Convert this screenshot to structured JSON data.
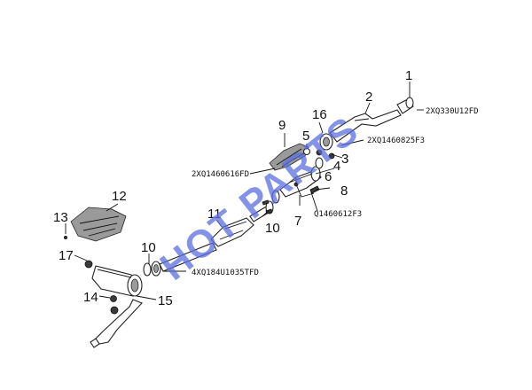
{
  "diagram": {
    "callouts": {
      "n1": "1",
      "n2": "2",
      "n3": "3",
      "n4": "4",
      "n5": "5",
      "n6": "6",
      "n7": "7",
      "n8": "8",
      "n9": "9",
      "n10a": "10",
      "n10b": "10",
      "n11": "11",
      "n12": "12",
      "n13": "13",
      "n14": "14",
      "n15": "15",
      "n16": "16",
      "n17": "17"
    },
    "part_codes": {
      "c1": "2XQ330U12FD",
      "c2": "2XQ1460825F3",
      "c3": "2XQ1460616FD",
      "c4": "Q1460612F3",
      "c5": "4XQ184U1035TFD"
    },
    "watermark": "HOT PARTS"
  }
}
